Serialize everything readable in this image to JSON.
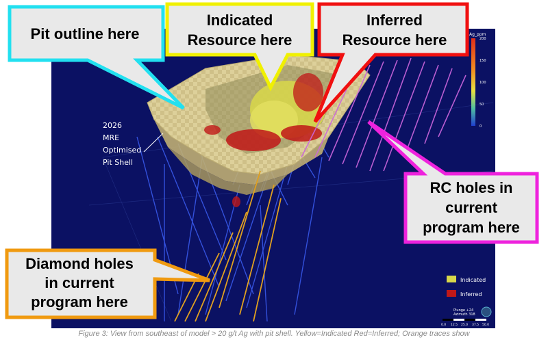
{
  "colors": {
    "background": "#0b1163",
    "pit_shell": "#ddd09a",
    "indicated": "#d8d84a",
    "inferred": "#c01818",
    "rc_holes": "#cc66dd",
    "diamond_holes": "#e0a020",
    "existing_holes": "#3a5cf0"
  },
  "callouts": {
    "pit": {
      "lines": [
        "Pit outline here"
      ],
      "border": "#22e0f0"
    },
    "indicated": {
      "lines": [
        "Indicated",
        "Resource here"
      ],
      "border": "#f0f000"
    },
    "inferred": {
      "lines": [
        "Inferred",
        "Resource here"
      ],
      "border": "#f01010"
    },
    "rc": {
      "lines": [
        "RC holes in",
        "current",
        "program here"
      ],
      "border": "#ee22dd"
    },
    "diamond": {
      "lines": [
        "Diamond holes",
        "in current",
        "program here"
      ],
      "border": "#f09a10"
    }
  },
  "shell_label": [
    "2026",
    "MRE",
    "Optimised",
    "Pit Shell"
  ],
  "colorbar": {
    "title": "Ag_ppm",
    "ticks": [
      "200",
      "150",
      "100",
      "50",
      "0"
    ],
    "tick_values": [
      200,
      150,
      100,
      50,
      0
    ]
  },
  "legend": [
    {
      "label": "Indicated",
      "color": "#d8d84a"
    },
    {
      "label": "Inferred",
      "color": "#c01818"
    }
  ],
  "orientation": [
    "Plunge +24",
    "Azimuth 318"
  ],
  "scale_bar": [
    "0.0",
    "12.5",
    "25.0",
    "37.5",
    "50.0"
  ],
  "caption": "Figure 3: View from southeast of model > 20 g/t Ag with pit shell. Yellow=Indicated Red=Inferred; Orange traces show"
}
